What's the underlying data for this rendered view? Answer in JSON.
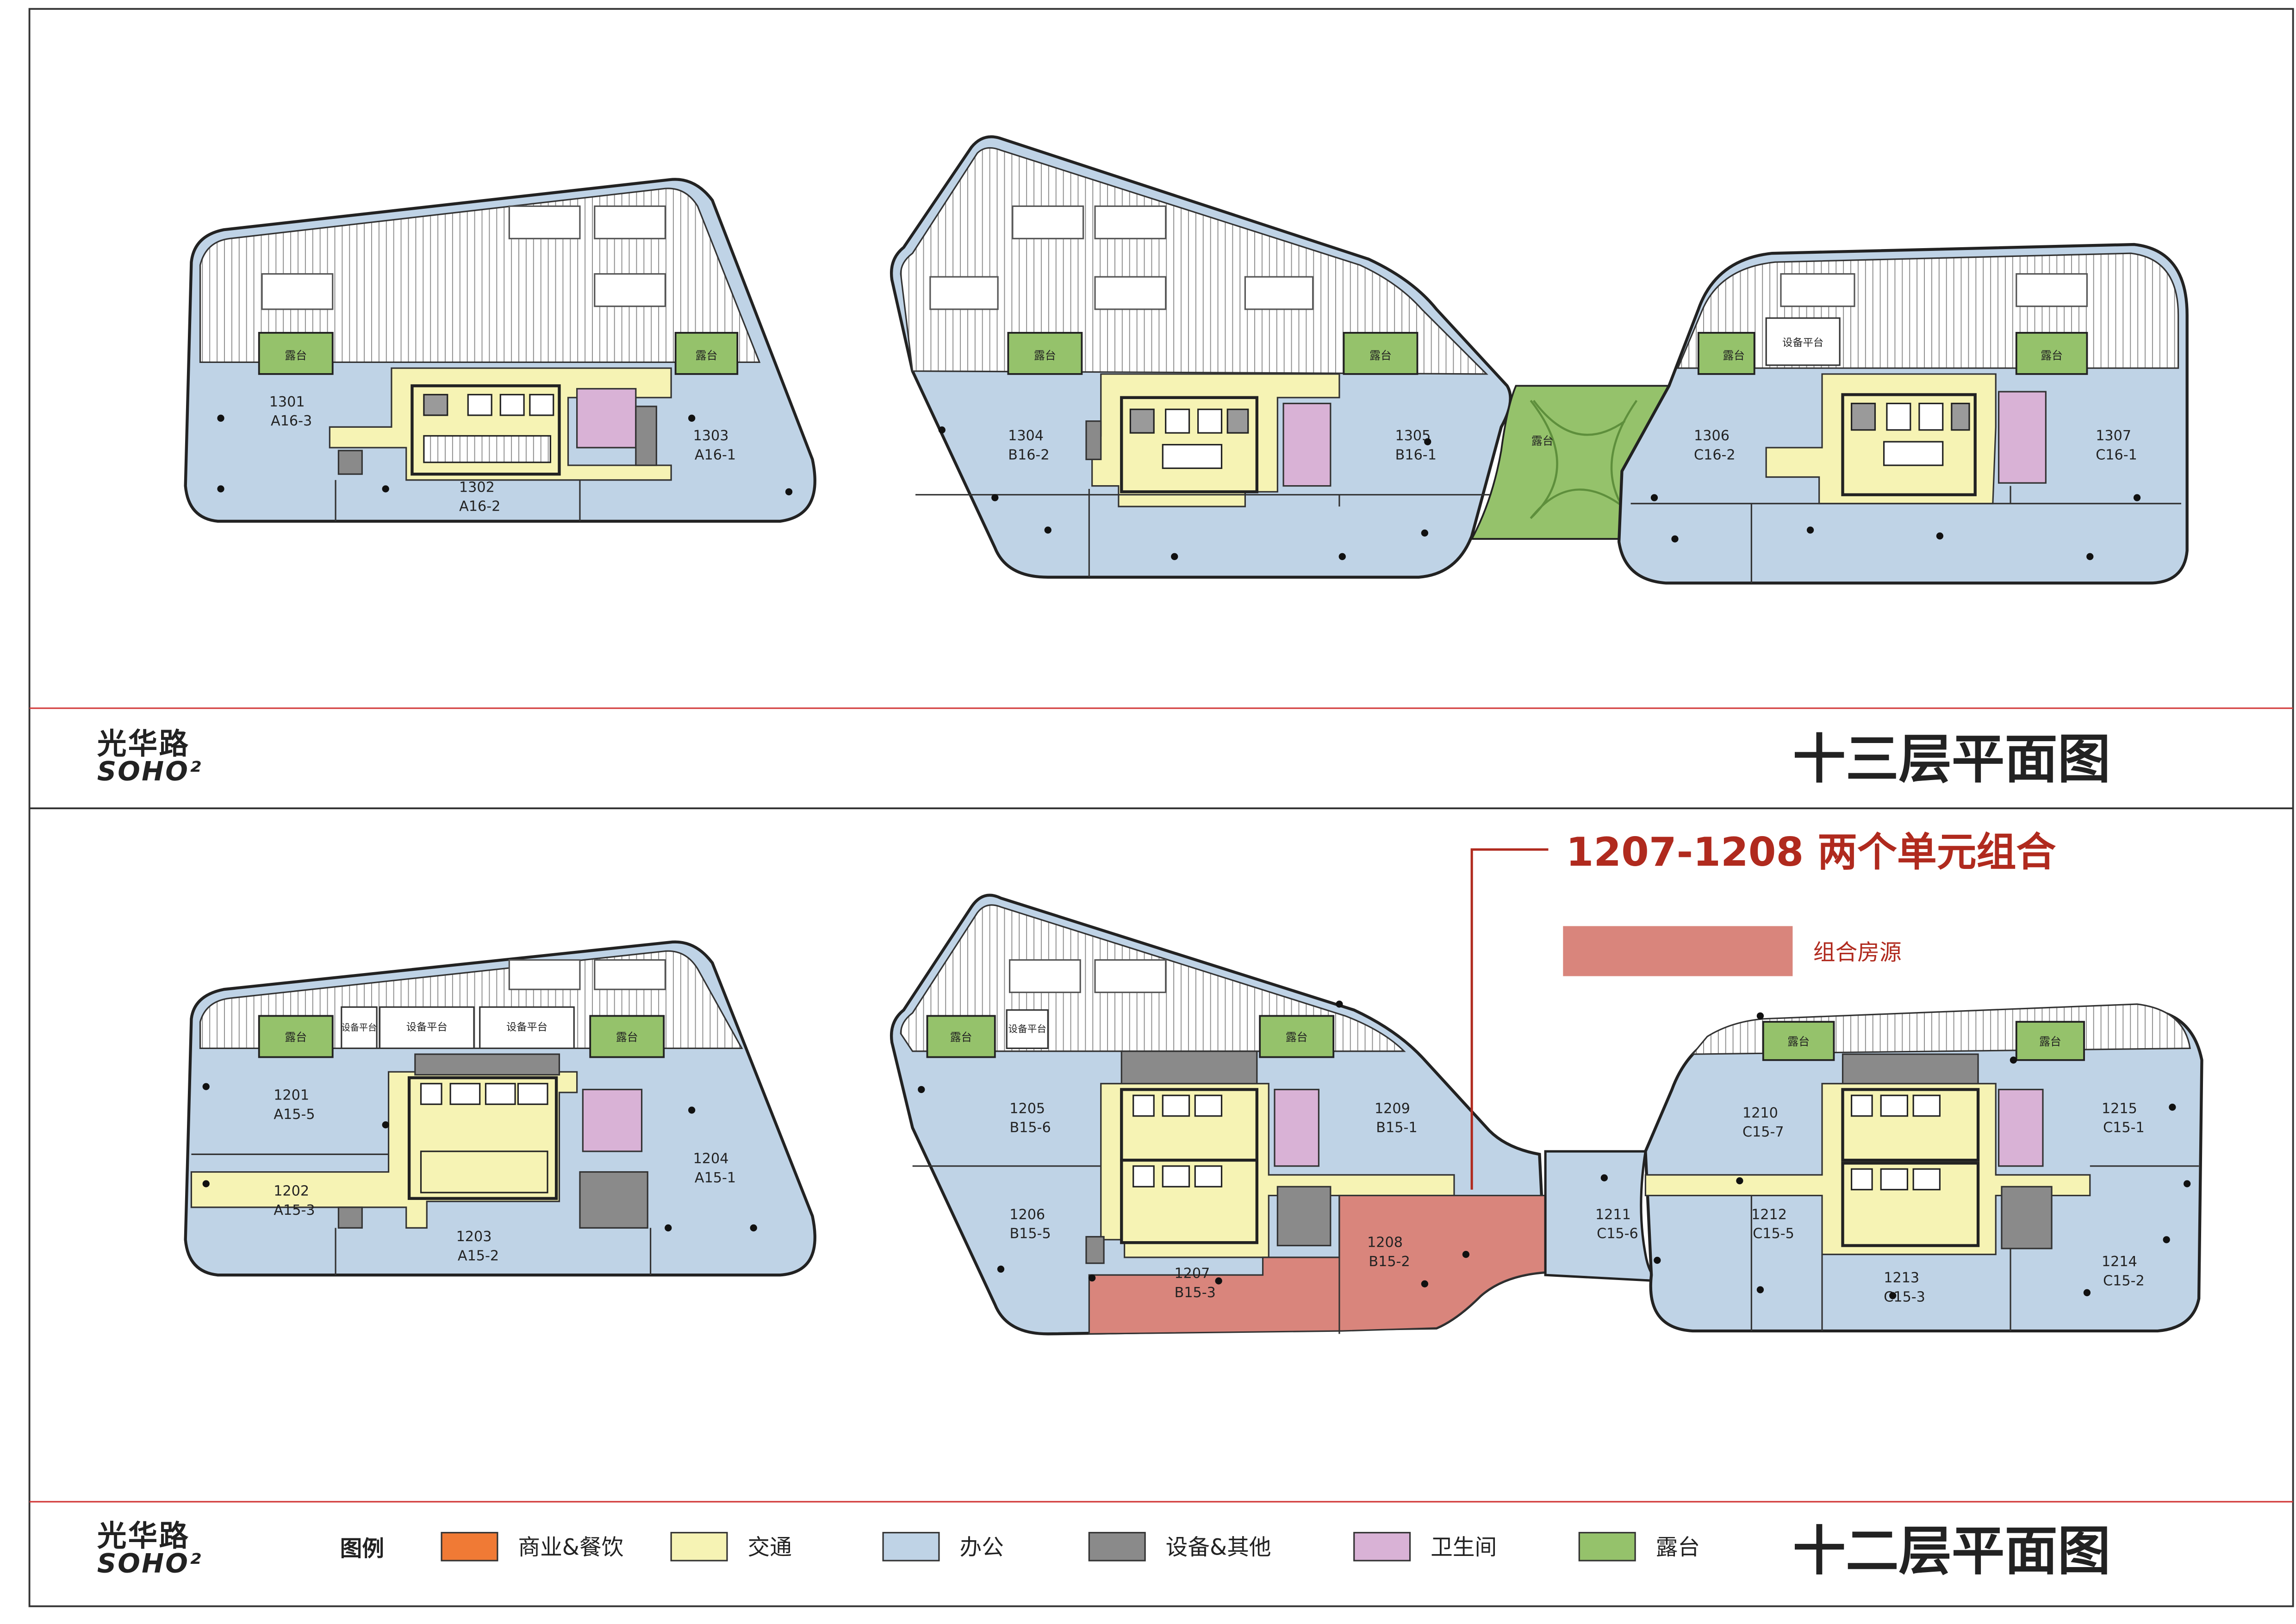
{
  "floors": {
    "f13": {
      "title": "十三层平面图",
      "units": [
        {
          "no": "1301",
          "code": "A16-3"
        },
        {
          "no": "1302",
          "code": "A16-2"
        },
        {
          "no": "1303",
          "code": "A16-1"
        },
        {
          "no": "1304",
          "code": "B16-2"
        },
        {
          "no": "1305",
          "code": "B16-1"
        },
        {
          "no": "1306",
          "code": "C16-2"
        },
        {
          "no": "1307",
          "code": "C16-1"
        }
      ],
      "terrace_labels": [
        "露台",
        "露台",
        "露台",
        "露台",
        "露台",
        "露台",
        "露台"
      ],
      "platform_label": "设备平台"
    },
    "f12": {
      "title": "十二层平面图",
      "units": [
        {
          "no": "1201",
          "code": "A15-5"
        },
        {
          "no": "1202",
          "code": "A15-3"
        },
        {
          "no": "1203",
          "code": "A15-2"
        },
        {
          "no": "1204",
          "code": "A15-1"
        },
        {
          "no": "1205",
          "code": "B15-6"
        },
        {
          "no": "1206",
          "code": "B15-5"
        },
        {
          "no": "1207",
          "code": "B15-3"
        },
        {
          "no": "1208",
          "code": "B15-2"
        },
        {
          "no": "1209",
          "code": "B15-1"
        },
        {
          "no": "1210",
          "code": "C15-7"
        },
        {
          "no": "1211",
          "code": "C15-6"
        },
        {
          "no": "1212",
          "code": "C15-5"
        },
        {
          "no": "1213",
          "code": "C15-3"
        },
        {
          "no": "1214",
          "code": "C15-2"
        },
        {
          "no": "1215",
          "code": "C15-1"
        }
      ],
      "terrace_labels": [
        "露台",
        "露台",
        "露台",
        "露台",
        "露台",
        "露台"
      ],
      "platform_labels": [
        "设备平台",
        "设备平台",
        "设备平台",
        "设备平台"
      ],
      "callout": "1207-1208  两个单元组合",
      "combined_label": "组合房源"
    }
  },
  "brand": {
    "line1": "光华路",
    "line2": "SOHO²"
  },
  "legend": {
    "title": "图例",
    "items": [
      {
        "label": "商业&餐饮",
        "color": "#f07a35"
      },
      {
        "label": "交通",
        "color": "#f6f3b4"
      },
      {
        "label": "办公",
        "color": "#bfd3e6"
      },
      {
        "label": "设备&其他",
        "color": "#8a8a8a"
      },
      {
        "label": "卫生间",
        "color": "#d9b2d6"
      },
      {
        "label": "露台",
        "color": "#95c26b"
      }
    ]
  },
  "colors": {
    "office": "#bfd3e6",
    "circulation": "#f6f3b4",
    "equipment": "#8a8a8a",
    "restroom": "#d9b2d6",
    "terrace": "#95c26b",
    "combined": "#d9857c",
    "accent_red": "#b02a1e",
    "frame_red": "#d23a3a"
  }
}
